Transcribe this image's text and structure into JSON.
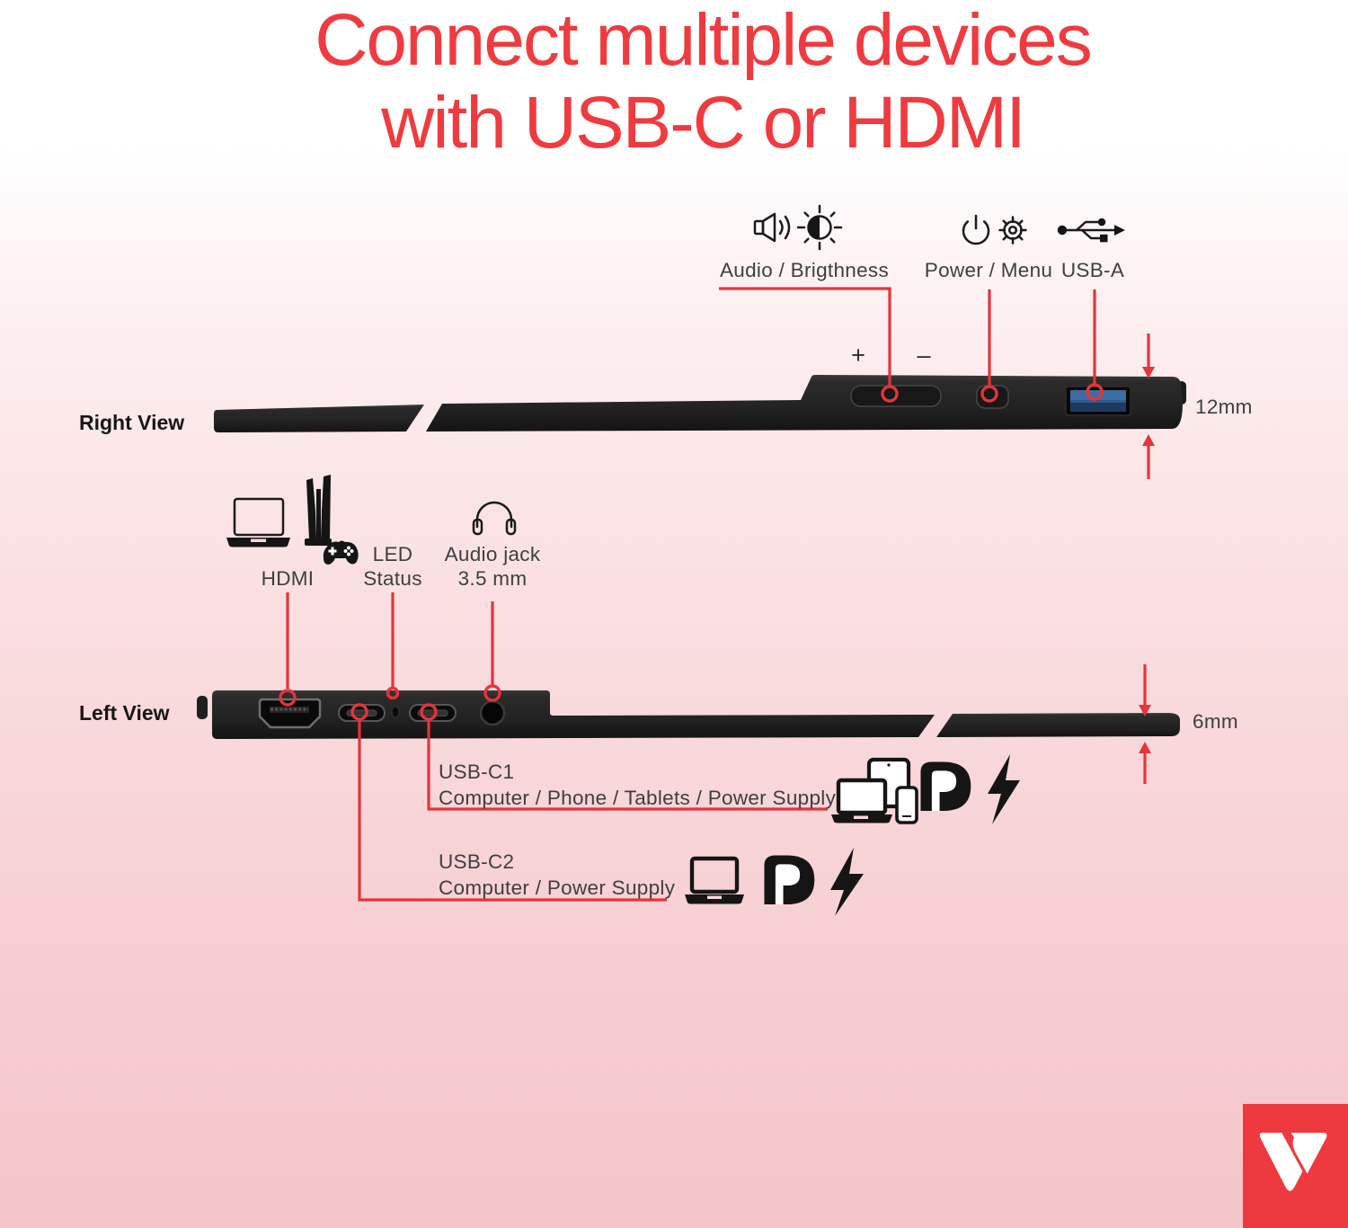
{
  "colors": {
    "accent": "#e5343a",
    "title_red": "#ef3b40",
    "text": "#3f3f3f",
    "text_strong": "#171717",
    "bar": "#242424",
    "usb_blue": "#30619b",
    "logo_red": "#ee3a3e"
  },
  "title": {
    "line1": "Connect multiple devices",
    "line2": "with USB-C or HDMI"
  },
  "top_controls": {
    "audio_brightness": {
      "label": "Audio / Brigthness",
      "icons": [
        "speaker-icon",
        "brightness-icon"
      ]
    },
    "power_menu": {
      "label": "Power / Menu",
      "icons": [
        "power-icon",
        "gear-icon"
      ]
    },
    "usb_a": {
      "label": "USB-A",
      "icons": [
        "usb-icon"
      ]
    }
  },
  "right_view": {
    "label": "Right View",
    "plus": "+",
    "minus": "–",
    "thickness": "12mm"
  },
  "left_view": {
    "label": "Left View",
    "thickness": "6mm",
    "hdmi_label": "HDMI",
    "led_label_line1": "LED",
    "led_label_line2": "Status",
    "audio_jack_line1": "Audio jack",
    "audio_jack_line2": "3.5 mm"
  },
  "usb_c1": {
    "name": "USB-C1",
    "desc": "Computer / Phone / Tablets / Power Supply"
  },
  "usb_c2": {
    "name": "USB-C2",
    "desc": "Computer / Power Supply"
  }
}
